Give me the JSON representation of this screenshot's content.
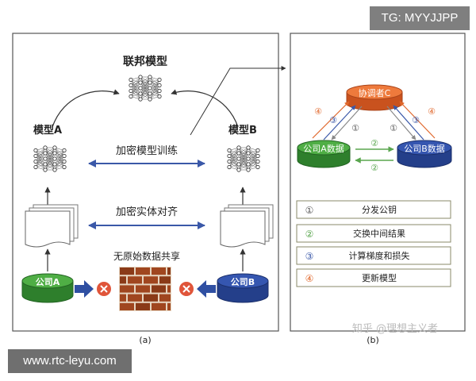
{
  "watermarks": {
    "top_right": "TG: MYYJJPP",
    "bottom_left": "www.rtc-leyu.com",
    "zhihu": "知乎 @理想主义者"
  },
  "panel_a": {
    "label": "(a)",
    "federated_model": "联邦模型",
    "model_a": "模型A",
    "model_b": "模型B",
    "encrypted_training": "加密模型训练",
    "encrypted_alignment": "加密实体对齐",
    "no_raw_sharing": "无原始数据共享",
    "company_a": "公司A",
    "company_b": "公司B"
  },
  "panel_b": {
    "label": "(b)",
    "coordinator": "协调者C",
    "data_a": "公司A数据",
    "data_b": "公司B数据",
    "step_marks": [
      "④",
      "③",
      "①",
      "①",
      "③",
      "④",
      "②",
      "②"
    ],
    "legend": [
      {
        "num": "①",
        "text": "分发公钥"
      },
      {
        "num": "②",
        "text": "交换中间结果"
      },
      {
        "num": "③",
        "text": "计算梯度和损失"
      },
      {
        "num": "④",
        "text": "更新模型"
      }
    ]
  },
  "colors": {
    "green": "#3e9c3a",
    "blue": "#2f4fa2",
    "orange": "#e0662a",
    "arrow_blue": "#3a58a8",
    "brick": "#a0461f"
  }
}
